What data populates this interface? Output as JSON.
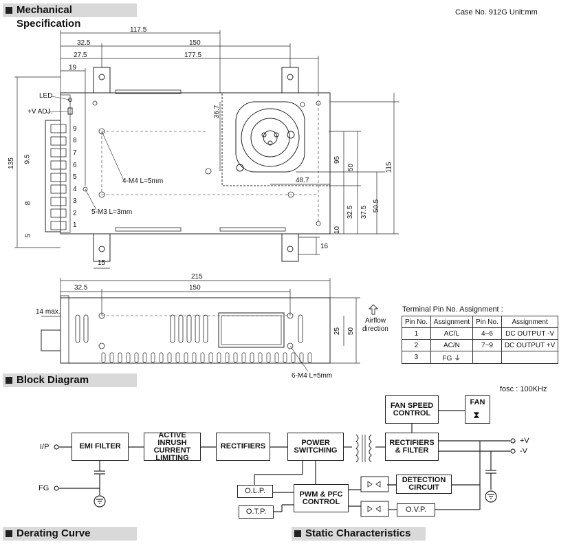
{
  "sections": {
    "mechanical": "Mechanical Specification",
    "block": "Block Diagram",
    "derating": "Derating Curve",
    "static": "Static Characteristics"
  },
  "case_info": "Case No. 912G    Unit:mm",
  "dims": {
    "d117_5": "117.5",
    "d32_5": "32.5",
    "d150": "150",
    "d27_5": "27.5",
    "d177_5": "177.5",
    "d19": "19",
    "d135": "135",
    "d9_5": "9.5",
    "d8": "8",
    "d5": "5",
    "d36_7": "36.7",
    "d95": "95",
    "d50": "50",
    "d115": "115",
    "d48_7": "48.7",
    "d32_5b": "32.5",
    "d37_5": "37.5",
    "d50_5": "50.5",
    "d10": "10",
    "d16": "16",
    "d15": "15",
    "d215": "215",
    "d32_5c": "32.5",
    "d150b": "150",
    "d14max": "14 max.",
    "d25": "25",
    "d50b": "50"
  },
  "labels": {
    "led": "LED",
    "vadj": "+V ADJ.",
    "m4": "4-M4 L=5mm",
    "m3": "5-M3 L=3mm",
    "m4b": "6-M4 L=5mm",
    "airflow1": "Airflow",
    "airflow2": "direction",
    "pins": [
      "9",
      "8",
      "7",
      "6",
      "5",
      "4",
      "3",
      "2",
      "1"
    ]
  },
  "pin_table": {
    "title": "Terminal Pin No. Assignment :",
    "headers": [
      "Pin No.",
      "Assignment",
      "Pin No.",
      "Assignment"
    ],
    "rows": [
      [
        "1",
        "AC/L",
        "4~6",
        "DC OUTPUT -V"
      ],
      [
        "2",
        "AC/N",
        "7~9",
        "DC OUTPUT +V"
      ],
      [
        "3",
        "FG ⏚",
        "",
        ""
      ]
    ]
  },
  "block": {
    "fosc": "fosc : 100KHz",
    "ip": "I/P",
    "fg": "FG",
    "emi": "EMI FILTER",
    "inrush": "ACTIVE INRUSH CURRENT LIMITING",
    "rect1": "RECTIFIERS",
    "power": "POWER SWITCHING",
    "rect2": "RECTIFIERS & FILTER",
    "fanctl": "FAN SPEED CONTROL",
    "fan": "FAN",
    "olp": "O.L.P.",
    "otp": "O.T.P.",
    "pwm": "PWM & PFC CONTROL",
    "detect": "DETECTION CIRCUIT",
    "ovp": "O.V.P.",
    "vplus": "+V",
    "vminus": "-V"
  }
}
